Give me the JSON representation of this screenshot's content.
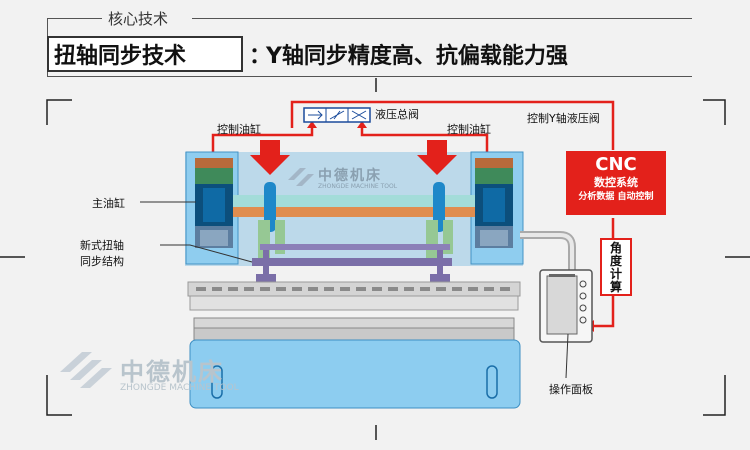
{
  "header": {
    "subtitle": "核心技术",
    "title": "扭轴同步技术",
    "colon": "：",
    "tagline": "Y轴同步精度高、抗偏载能力强"
  },
  "labels": {
    "valve_main": "液压总阀",
    "cylinder_left": "控制油缸",
    "cylinder_right": "控制油缸",
    "y_valve": "控制Y轴液压阀",
    "main_cylinder": "主油缸",
    "torsion_line1": "新式扭轴",
    "torsion_line2": "同步结构",
    "panel": "操作面板",
    "angle": [
      "角",
      "度",
      "计",
      "算"
    ]
  },
  "cnc": {
    "title": "CNC",
    "subtitle": "数控系统",
    "functions": "分析数据 自动控制"
  },
  "watermark": {
    "name": "中德机床",
    "english": "ZHONGDE MACHINE TOOL"
  },
  "colors": {
    "accent_red": "#e3211b",
    "light_blue": "#8dcdf0",
    "machine_gray": "#c9c9c9",
    "cylinder_blue": "#0c4f7c",
    "torsion_purple": "#7b6fa8"
  }
}
